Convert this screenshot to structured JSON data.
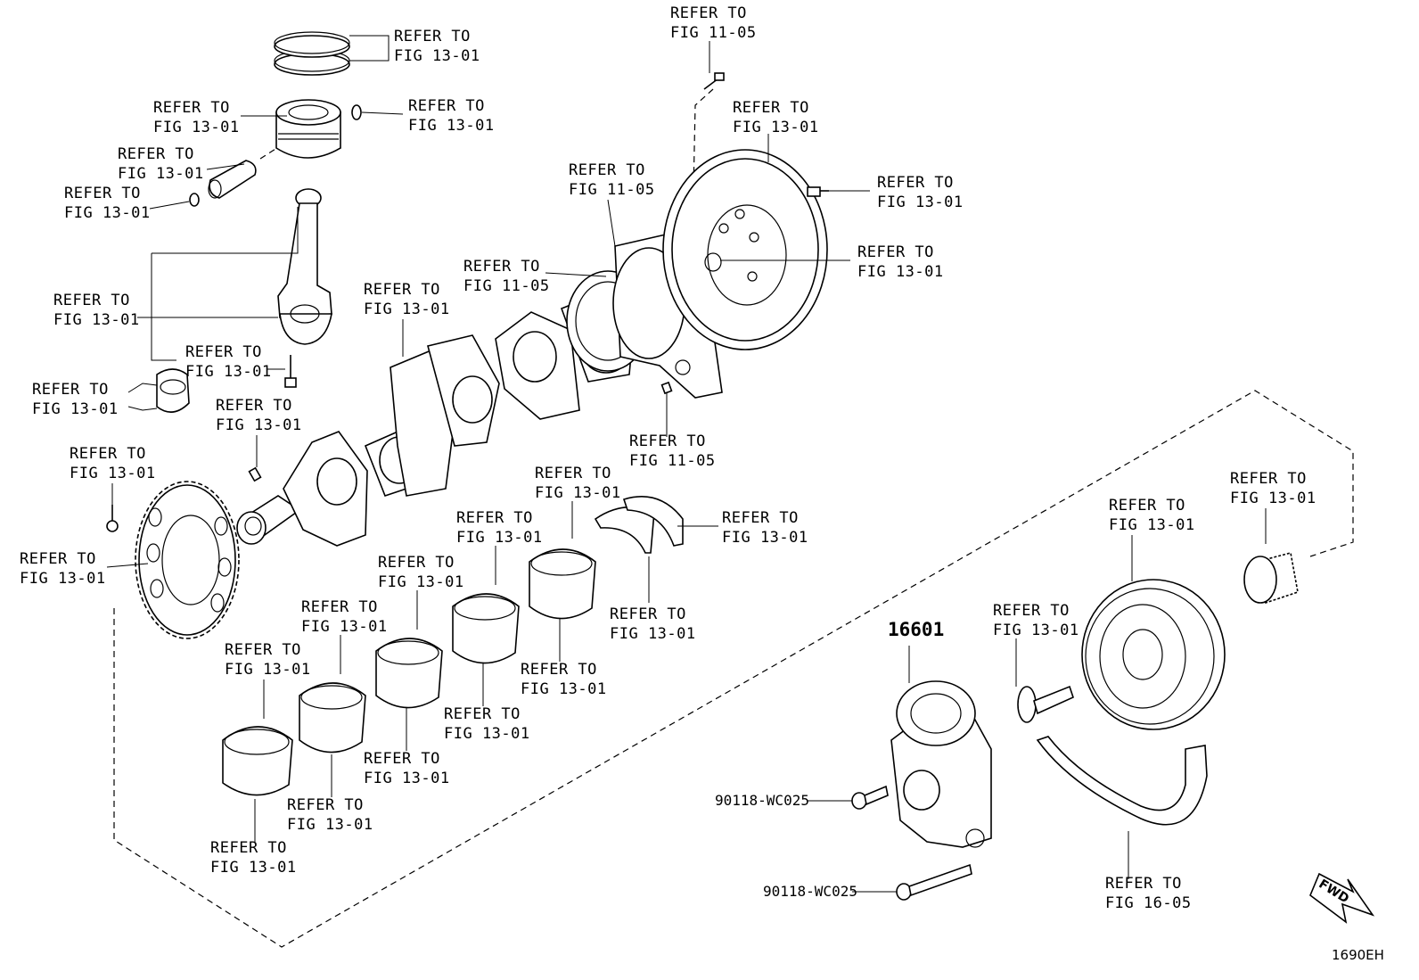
{
  "callouts": [
    {
      "id": "c01",
      "l1": "REFER TO",
      "l2": "FIG 13-01"
    },
    {
      "id": "c02",
      "l1": "REFER TO",
      "l2": "FIG 13-01"
    },
    {
      "id": "c03",
      "l1": "REFER TO",
      "l2": "FIG 13-01"
    },
    {
      "id": "c04",
      "l1": "REFER TO",
      "l2": "FIG 13-01"
    },
    {
      "id": "c05",
      "l1": "REFER TO",
      "l2": "FIG 13-01"
    },
    {
      "id": "c06",
      "l1": "REFER TO",
      "l2": "FIG 11-05"
    },
    {
      "id": "c07",
      "l1": "REFER TO",
      "l2": "FIG 13-01"
    },
    {
      "id": "c08",
      "l1": "REFER TO",
      "l2": "FIG 11-05"
    },
    {
      "id": "c09",
      "l1": "REFER TO",
      "l2": "FIG 13-01"
    },
    {
      "id": "c10",
      "l1": "REFER TO",
      "l2": "FIG 13-01"
    },
    {
      "id": "c11",
      "l1": "REFER TO",
      "l2": "FIG 11-05"
    },
    {
      "id": "c12",
      "l1": "REFER TO",
      "l2": "FIG 13-01"
    },
    {
      "id": "c13",
      "l1": "REFER TO",
      "l2": "FIG 13-01"
    },
    {
      "id": "c14",
      "l1": "REFER TO",
      "l2": "FIG 13-01"
    },
    {
      "id": "c15",
      "l1": "REFER TO",
      "l2": "FIG 13-01"
    },
    {
      "id": "c16",
      "l1": "REFER TO",
      "l2": "FIG 13-01"
    },
    {
      "id": "c17",
      "l1": "REFER TO",
      "l2": "FIG 11-05"
    },
    {
      "id": "c18",
      "l1": "REFER TO",
      "l2": "FIG 13-01"
    },
    {
      "id": "c19",
      "l1": "REFER TO",
      "l2": "FIG 13-01"
    },
    {
      "id": "c20",
      "l1": "REFER TO",
      "l2": "FIG 13-01"
    },
    {
      "id": "c21",
      "l1": "REFER TO",
      "l2": "FIG 13-01"
    },
    {
      "id": "c22",
      "l1": "REFER TO",
      "l2": "FIG 13-01"
    },
    {
      "id": "c23",
      "l1": "REFER TO",
      "l2": "FIG 13-01"
    },
    {
      "id": "c24",
      "l1": "REFER TO",
      "l2": "FIG 13-01"
    },
    {
      "id": "c25",
      "l1": "REFER TO",
      "l2": "FIG 13-01"
    },
    {
      "id": "c26",
      "l1": "REFER TO",
      "l2": "FIG 13-01"
    },
    {
      "id": "c27",
      "l1": "REFER TO",
      "l2": "FIG 13-01"
    },
    {
      "id": "c28",
      "l1": "REFER TO",
      "l2": "FIG 13-01"
    },
    {
      "id": "c29",
      "l1": "REFER TO",
      "l2": "FIG 13-01"
    },
    {
      "id": "c30",
      "l1": "REFER TO",
      "l2": "FIG 13-01"
    },
    {
      "id": "c31",
      "l1": "REFER TO",
      "l2": "FIG 13-01"
    },
    {
      "id": "c32",
      "l1": "REFER TO",
      "l2": "FIG 13-01"
    },
    {
      "id": "c33",
      "l1": "REFER TO",
      "l2": "FIG 13-01"
    },
    {
      "id": "c34",
      "l1": "REFER TO",
      "l2": "FIG 13-01"
    },
    {
      "id": "c35",
      "l1": "REFER TO",
      "l2": "FIG 16-05"
    }
  ],
  "part_numbers": {
    "tensioner": "16601",
    "bolt_short": "90118-WC025",
    "bolt_long": "90118-WC025"
  },
  "fwd_label": "FWD",
  "diagram_code": "1690EH"
}
